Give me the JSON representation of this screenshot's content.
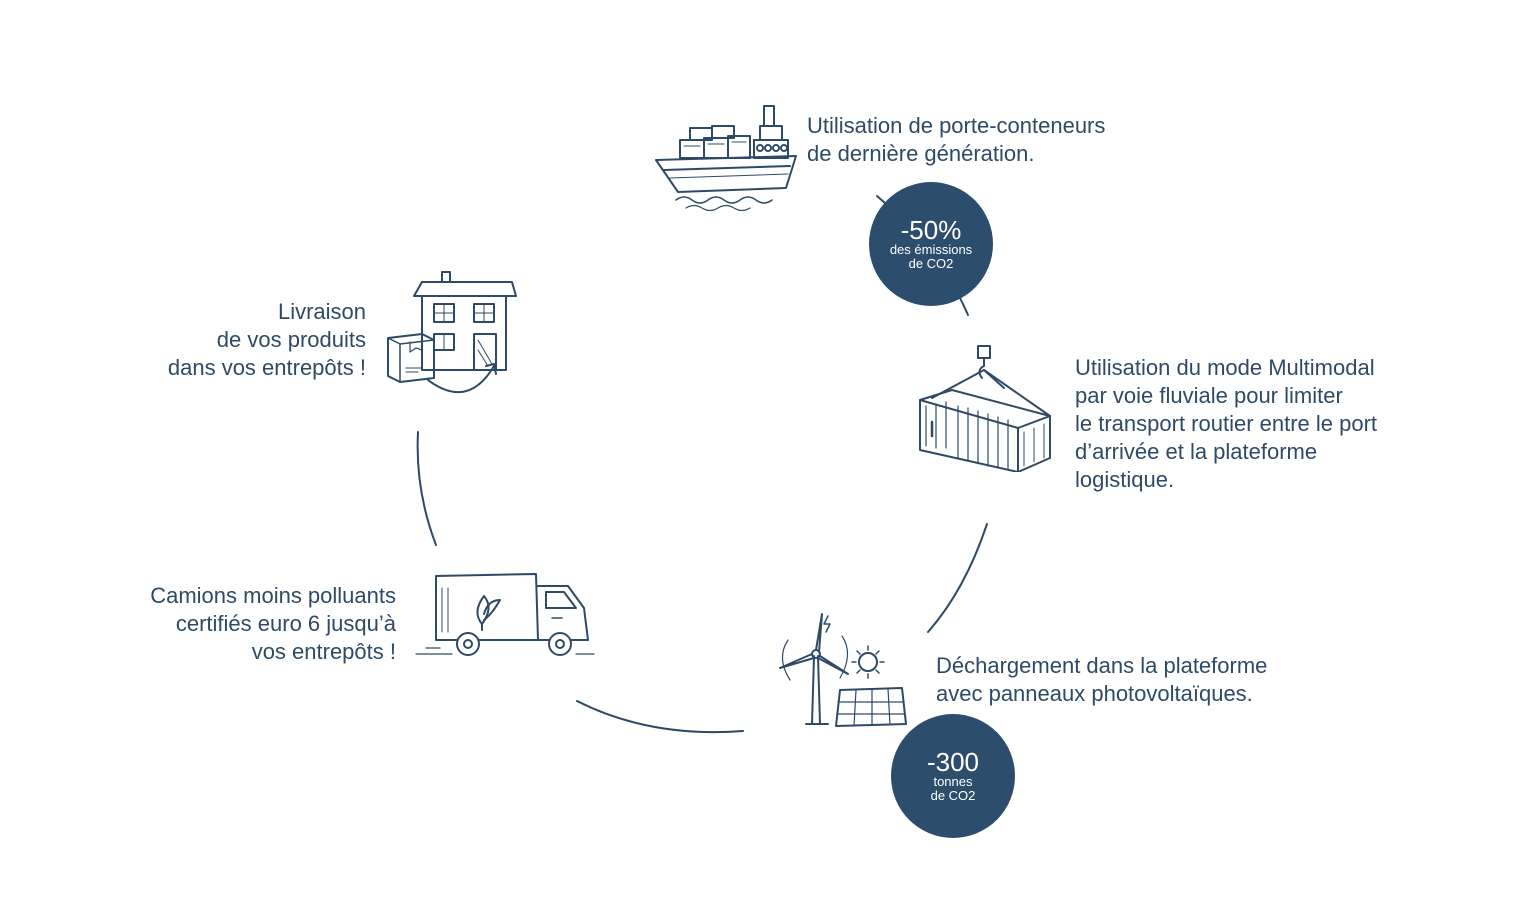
{
  "steps": {
    "ship": {
      "lines": [
        "Utilisation de porte-conteneurs",
        "de dernière génération."
      ],
      "icon": "container-ship-icon"
    },
    "multimodal": {
      "lines": [
        "Utilisation du mode Multimodal",
        "par voie fluviale pour limiter",
        "le transport routier entre le port",
        "d’arrivée et la plateforme",
        "logistique."
      ],
      "icon": "hanging-container-icon"
    },
    "unloading": {
      "lines": [
        "Déchargement dans la plateforme",
        "avec panneaux photovoltaïques."
      ],
      "icon": "renewable-energy-icon"
    },
    "trucks": {
      "lines": [
        "Camions moins polluants",
        "certifiés euro 6 jusqu’à",
        "vos entrepôts !"
      ],
      "icon": "eco-truck-icon"
    },
    "delivery": {
      "lines": [
        "Livraison",
        "de vos produits",
        "dans vos entrepôts !"
      ],
      "icon": "warehouse-delivery-icon"
    }
  },
  "badges": {
    "ship": {
      "value": "-50%",
      "line1": "des émissions",
      "line2": "de CO2"
    },
    "unloading": {
      "value": "-300",
      "line1": "tonnes",
      "line2": "de CO2"
    }
  },
  "colors": {
    "ink": "#2f4a66",
    "badge": "#2c4d6b",
    "background": "#ffffff"
  }
}
